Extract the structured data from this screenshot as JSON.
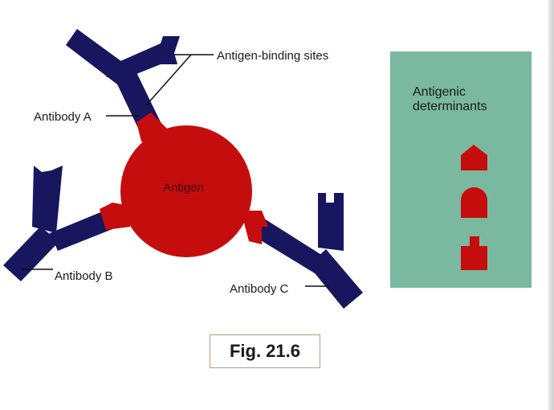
{
  "labels": {
    "antigen_binding_sites": "Antigen-binding sites",
    "antibody_a": "Antibody A",
    "antibody_b": "Antibody B",
    "antibody_c": "Antibody C",
    "antigen": "Antigen",
    "antigenic_determinants_line1": "Antigenic",
    "antigenic_determinants_line2": "determinants"
  },
  "figure_caption": "Fig. 21.6",
  "colors": {
    "antibody": "#17165e",
    "antigen": "#c60d0d",
    "panel": "#7ab8a0",
    "caption_border": "#b99a80"
  }
}
